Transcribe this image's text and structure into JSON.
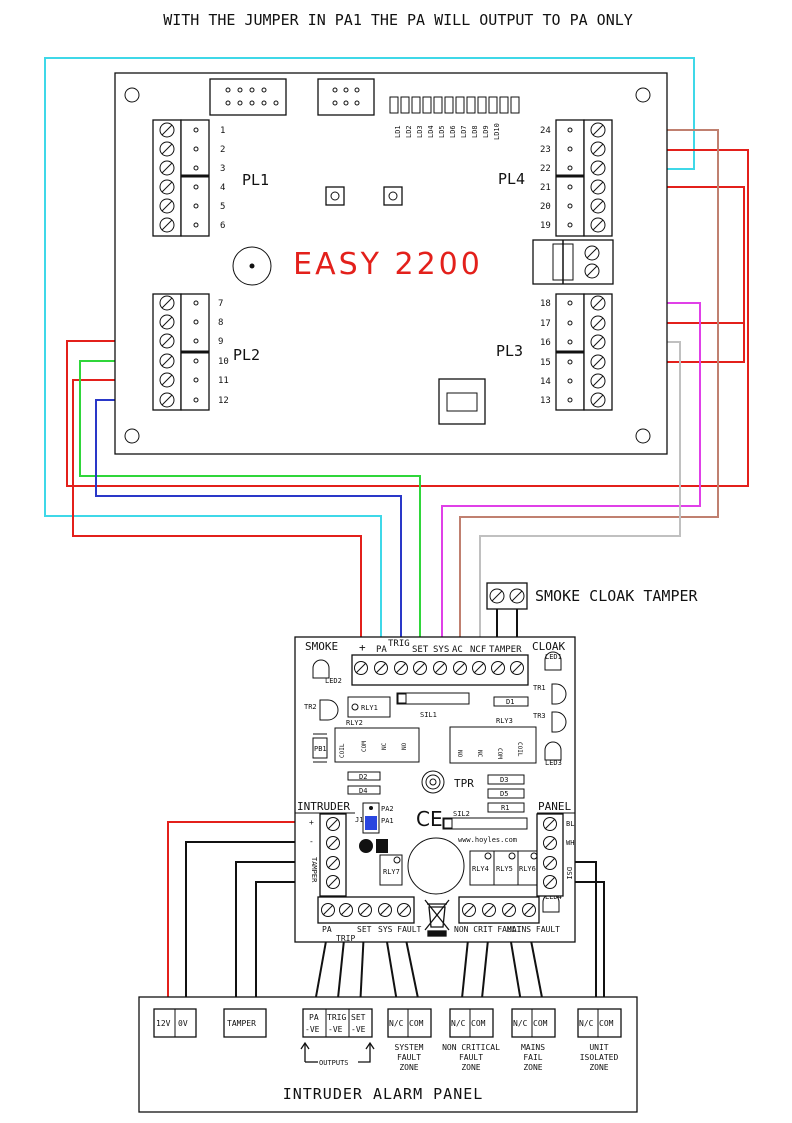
{
  "header": "WITH THE JUMPER IN PA1 THE PA WILL OUTPUT TO PA ONLY",
  "board": {
    "title": "EASY 2200",
    "pl1": "PL1",
    "pl2": "PL2",
    "pl3": "PL3",
    "pl4": "PL4",
    "pl1_pins": [
      "1",
      "2",
      "3",
      "4",
      "5",
      "6"
    ],
    "pl2_pins": [
      "7",
      "8",
      "9",
      "10",
      "11",
      "12"
    ],
    "pl4_pins": [
      "24",
      "23",
      "22",
      "21",
      "20",
      "19"
    ],
    "pl3_pins": [
      "18",
      "17",
      "16",
      "15",
      "14",
      "13"
    ],
    "leds": [
      "LD1",
      "LD2",
      "LD3",
      "LD4",
      "LD5",
      "LD6",
      "LD7",
      "LD8",
      "LD9",
      "LD10"
    ]
  },
  "smoke_cloak_tamper": "SMOKE CLOAK TAMPER",
  "module": {
    "smoke": "SMOKE",
    "cloak": "CLOAK",
    "plus": "+",
    "terminals": [
      "PA",
      "TRIG",
      "SET",
      "SYS",
      "AC",
      "NCF",
      "TAMPER"
    ],
    "led1": "LED1",
    "led2": "LED2",
    "led3": "LED3",
    "led4": "LED4",
    "tr1": "TR1",
    "tr2": "TR2",
    "tr3": "TR3",
    "rly1": "RLY1",
    "rly2": "RLY2",
    "rly3": "RLY3",
    "rly4": "RLY4",
    "rly5": "RLY5",
    "rly6": "RLY6",
    "rly7": "RLY7",
    "sil1": "SIL1",
    "sil2": "SIL2",
    "pb1": "PB1",
    "tpr": "TPR",
    "d1": "D1",
    "d2": "D2",
    "d3": "D3",
    "d4": "D4",
    "d5": "D5",
    "r1": "R1",
    "coil": "COIL",
    "com": "COM",
    "nc": "NC",
    "no": "NO",
    "pa2": "PA2",
    "pa1": "PA1",
    "j1": "J1",
    "ce": "CE",
    "website": "www.hoyles.com",
    "intruder": "INTRUDER",
    "tamper": "TAMPER",
    "panel": "PANEL",
    "bl": "BL",
    "wh": "WH",
    "dsi": "DSI",
    "bottom_labels": [
      "PA",
      "TRIP",
      "SET",
      "SYS FAULT",
      "NON CRIT FAULT",
      "MAINS FAULT"
    ]
  },
  "panel": {
    "title": "INTRUDER ALARM PANEL",
    "v12": "12V",
    "v0": "0V",
    "tamper": "TAMPER",
    "pa": "PA",
    "trig": "TRIG",
    "set": "SET",
    "neg": "-VE",
    "nc": "N/C",
    "com": "COM",
    "outputs": "OUTPUTS",
    "zones": [
      "SYSTEM FAULT ZONE",
      "NON CRITICAL FAULT ZONE",
      "MAINS FAIL ZONE",
      "UNIT ISOLATED ZONE"
    ]
  },
  "colors": {
    "cyan": "#3fd8e8",
    "red": "#e3201b",
    "green": "#2fd63a",
    "blue": "#2a38c8",
    "magenta": "#e040e8",
    "grey": "#c0c0c0",
    "brown": "#c08070",
    "black": "#111111",
    "jumper": "#2a46e0"
  }
}
